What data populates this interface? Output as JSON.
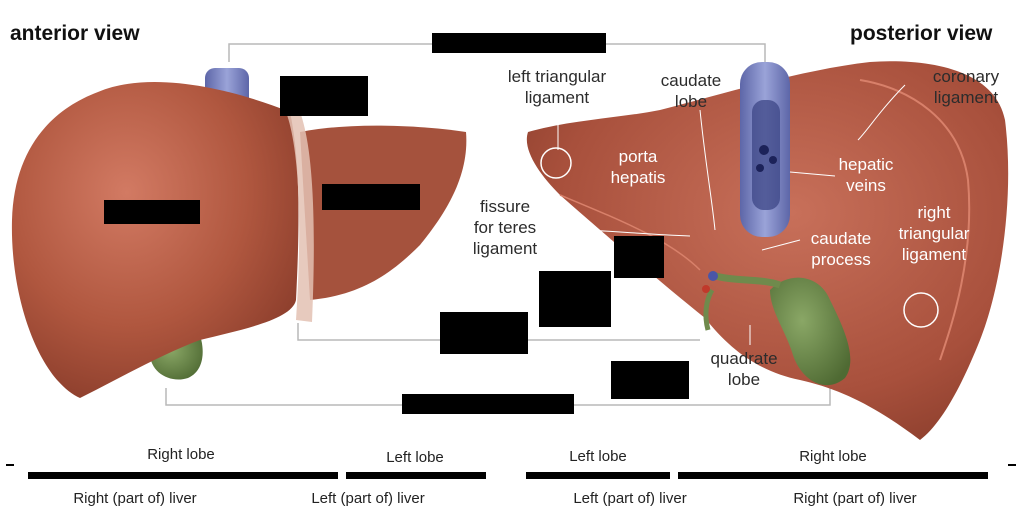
{
  "headings": {
    "anterior": "anterior view",
    "posterior": "posterior view"
  },
  "labels": {
    "left_triangular_ligament": "left triangular\nligament",
    "caudate_lobe": "caudate\nlobe",
    "coronary_ligament": "coronary\nligament",
    "porta_hepatis": "porta\nhepatis",
    "hepatic_veins": "hepatic\nveins",
    "fissure_for_teres_ligament": "fissure\nfor teres\nligament",
    "right_triangular_ligament": "right\ntriangular\nligament",
    "caudate_process": "caudate\nprocess",
    "quadrate_lobe": "quadrate\nlobe"
  },
  "lobe_bars": {
    "anterior": {
      "right_lobe": "Right lobe",
      "left_lobe": "Left lobe",
      "right_part": "Right (part of) liver",
      "left_part": "Left (part of) liver"
    },
    "posterior": {
      "left_lobe": "Left lobe",
      "right_lobe": "Right lobe",
      "left_part": "Left (part of) liver",
      "right_part": "Right (part of) liver"
    }
  },
  "colors": {
    "liver": "#a8503c",
    "liver_light": "#c46a52",
    "vessel": "#7e87c4",
    "gallbladder": "#6f8a4c",
    "mask": "#000000"
  }
}
